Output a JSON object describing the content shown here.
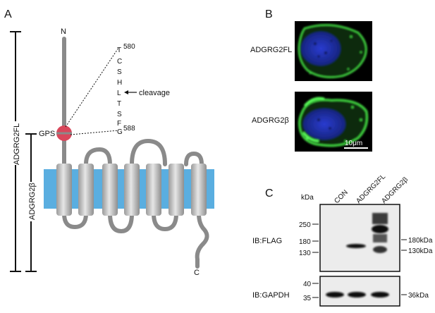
{
  "panel_a": {
    "letter": "A",
    "n_term": "N",
    "c_term": "C",
    "gps_label": "GPS",
    "cleavage_label": "cleavage",
    "start_pos": "580",
    "end_pos": "588",
    "sequence": [
      "T",
      "C",
      "S",
      "H",
      "L",
      "T",
      "S",
      "F",
      "G"
    ],
    "bracket_full": "ADGRG2FL",
    "bracket_beta": "ADGRG2β",
    "colors": {
      "membrane": "#5aaee0",
      "helix": "#c4c4c4",
      "gps": "#d9475b",
      "loop": "#8a8a8a"
    }
  },
  "panel_b": {
    "letter": "B",
    "image_labels": [
      "ADGRG2FL",
      "ADGRG2β"
    ],
    "scale_bar": "10μm",
    "colors": {
      "nucleus": "#2030b0",
      "membrane_stain": "#3fd23f",
      "background": "#000000"
    }
  },
  "panel_c": {
    "letter": "C",
    "kda_label": "kDa",
    "lanes": [
      "CON",
      "ADGRG2FL",
      "ADGRG2β"
    ],
    "flag_blot": {
      "label": "IB:FLAG",
      "left_markers": [
        "250",
        "180",
        "130"
      ],
      "right_markers": [
        "180kDa",
        "130kDa"
      ]
    },
    "gapdh_blot": {
      "label": "IB:GAPDH",
      "left_markers": [
        "40",
        "35"
      ],
      "right_markers": [
        "36kDa"
      ]
    }
  }
}
